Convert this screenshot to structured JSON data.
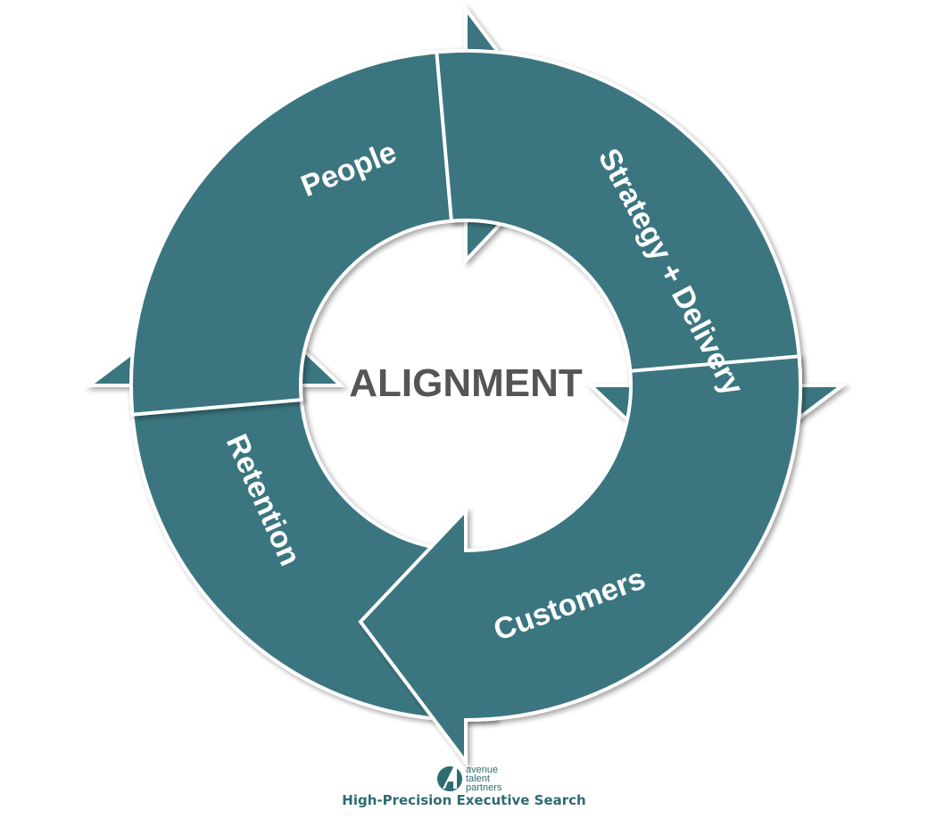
{
  "center_label": "ALIGNMENT",
  "arrows": [
    {
      "label": "People"
    },
    {
      "label": "Strategy  + Delivery"
    },
    {
      "label": "Customers"
    },
    {
      "label": "Retention"
    }
  ],
  "colors": {
    "arrow": "#3b7680",
    "center_text": "#555555",
    "brand": "#2f6b73"
  },
  "logo": {
    "lines": [
      "avenue",
      "talent",
      "partners"
    ]
  },
  "tagline": "High-Precision Executive Search"
}
